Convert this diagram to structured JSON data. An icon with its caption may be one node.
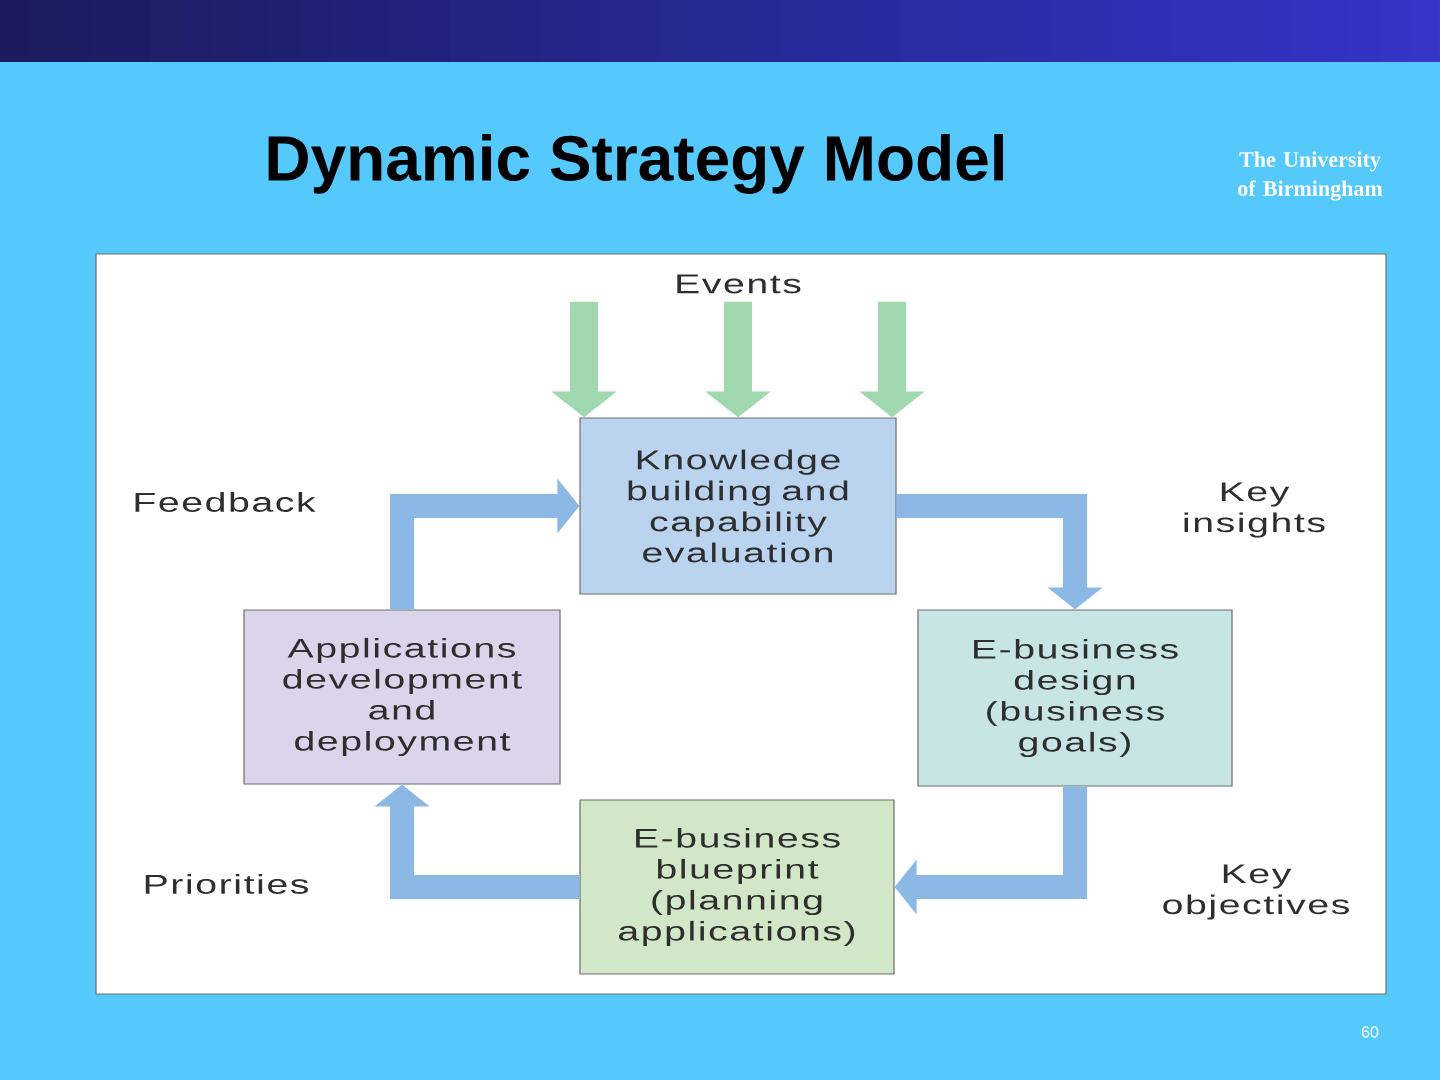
{
  "diagram": {
    "title": "Dynamic Strategy Model",
    "nodes": [
      {
        "text": [
          "Events"
        ]
      },
      {
        "text": [
          "Knowledge building and capability evaluation"
        ]
      },
      {
        "text": [
          "Applications development and deployment"
        ]
      },
      {
        "text": [
          "E-business design (business goals)"
        ]
      },
      {
        "text": [
          "E-business blueprint (planning applications)"
        ]
      }
    ],
    "edges": [
      {
        "from": 2,
        "to": 1,
        "arrow": "to",
        "label": "Feedback"
      },
      {
        "from": 1,
        "to": 3,
        "arrow": "to",
        "label": "Key insights"
      },
      {
        "from": 3,
        "to": 4,
        "arrow": "to",
        "label": "Key objectives"
      },
      {
        "from": 4,
        "to": 2,
        "arrow": "to",
        "label": "Priorities"
      },
      {
        "from": 0,
        "to": 1,
        "arrow": "to",
        "color": "#a0d8b0"
      },
      {
        "from": 0,
        "to": 1,
        "arrow": "to",
        "color": "#a0d8b0"
      },
      {
        "from": 0,
        "to": 1,
        "arrow": "to",
        "color": "#a0d8b0"
      }
    ],
    "labels": [
      "The University of Birmingham",
      "60"
    ]
  }
}
